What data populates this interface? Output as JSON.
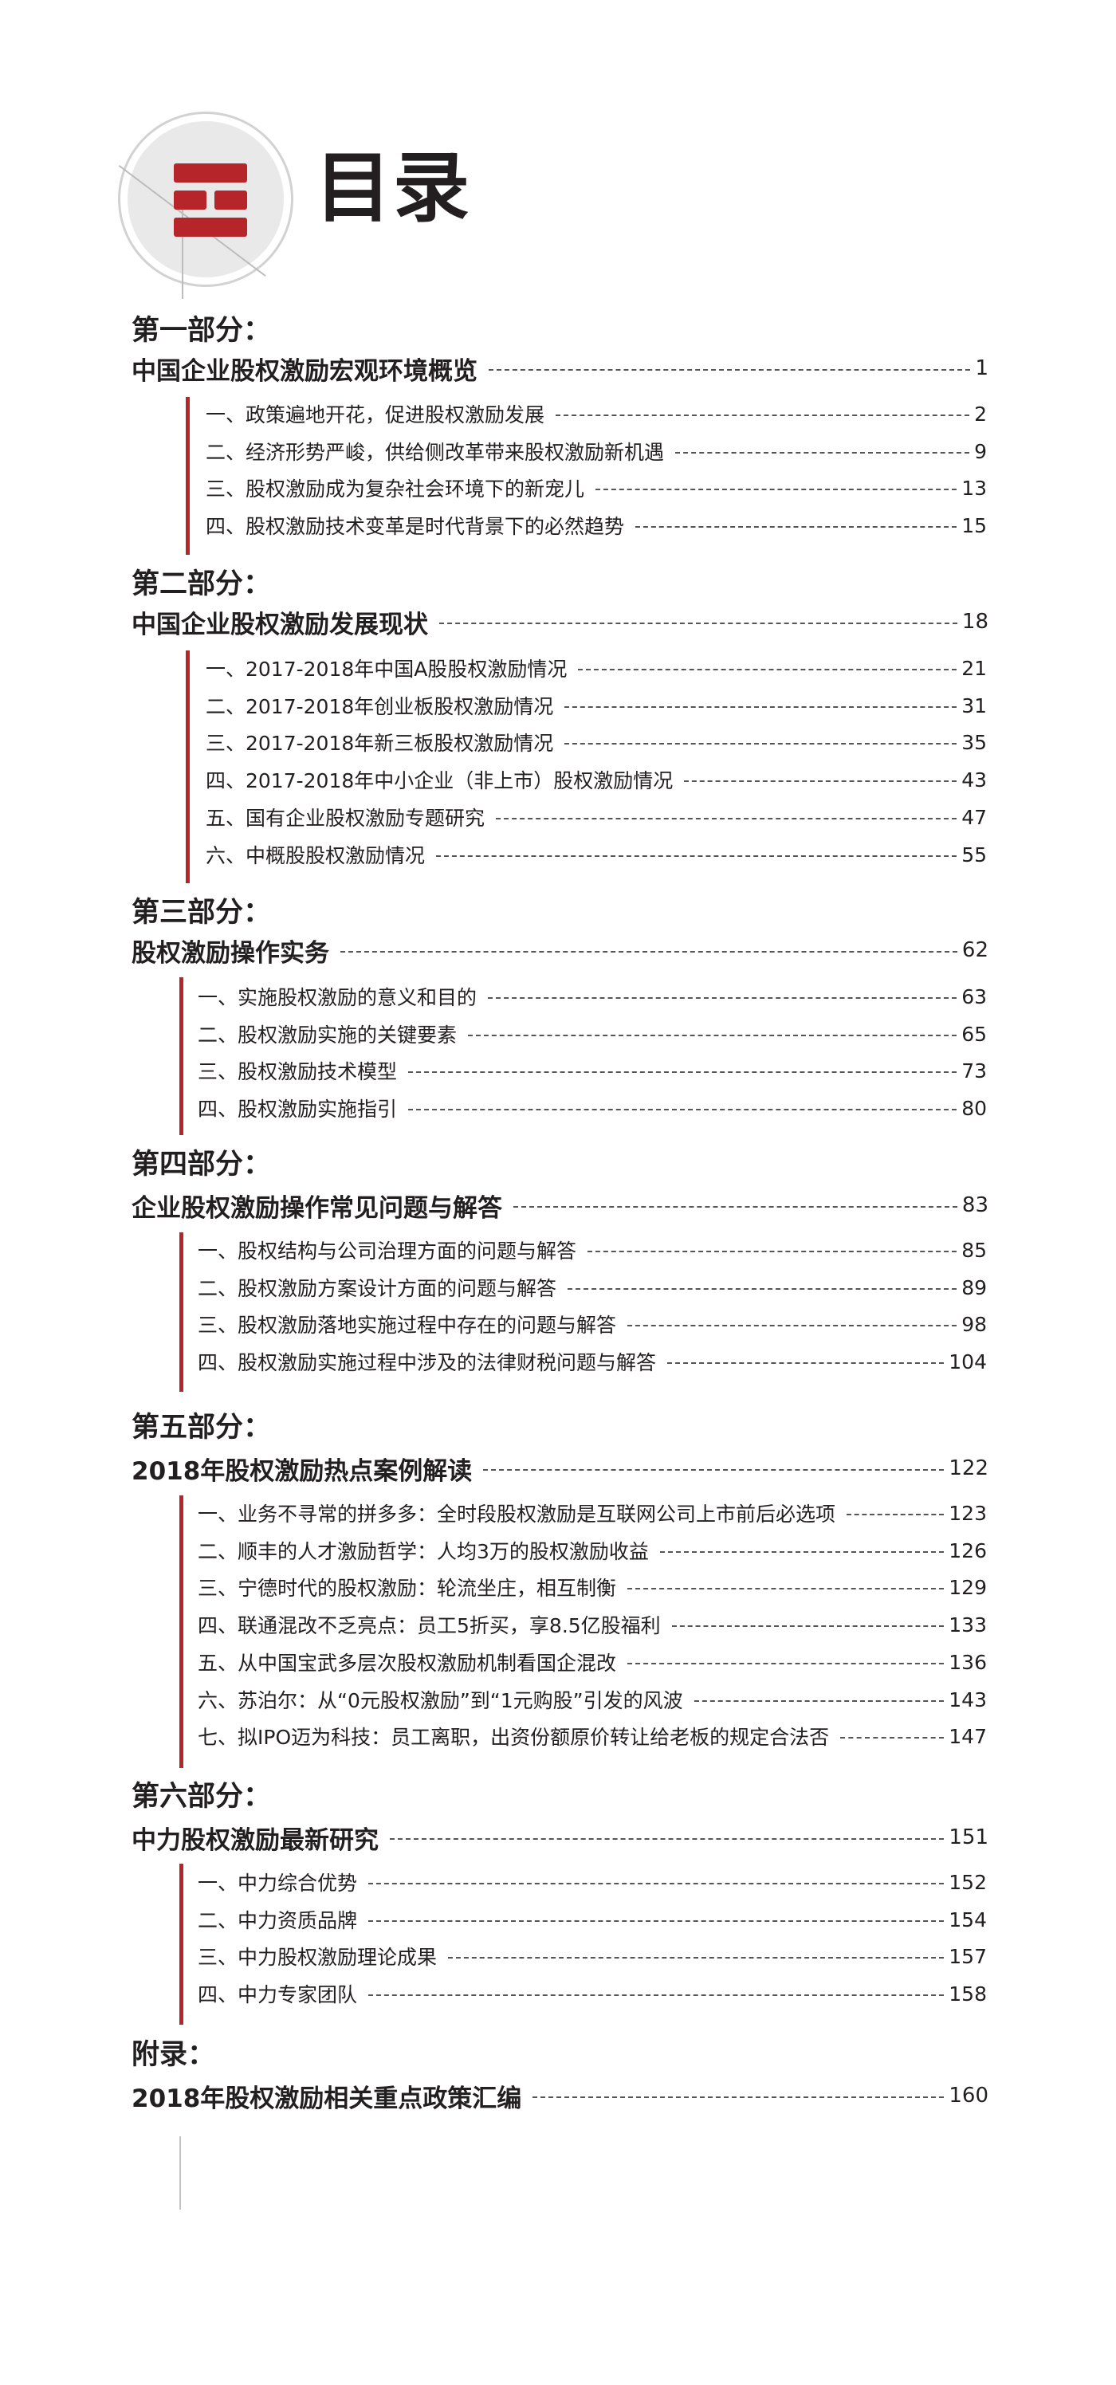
{
  "header": {
    "title": "目录",
    "icon": "grid-blocks-icon",
    "accent_color": "#b5252a"
  },
  "sections": [
    {
      "label": "第一部分：",
      "title": "中国企业股权激励宏观环境概览",
      "page": "1",
      "items": [
        {
          "title": "一、政策遍地开花，促进股权激励发展",
          "page": "2"
        },
        {
          "title": "二、经济形势严峻，供给侧改革带来股权激励新机遇",
          "page": "9"
        },
        {
          "title": "三、股权激励成为复杂社会环境下的新宠儿",
          "page": "13"
        },
        {
          "title": "四、股权激励技术变革是时代背景下的必然趋势",
          "page": "15"
        }
      ]
    },
    {
      "label": "第二部分：",
      "title": "中国企业股权激励发展现状",
      "page": "18",
      "items": [
        {
          "title": "一、2017-2018年中国A股股权激励情况",
          "page": "21"
        },
        {
          "title": "二、2017-2018年创业板股权激励情况",
          "page": "31"
        },
        {
          "title": "三、2017-2018年新三板股权激励情况",
          "page": "35"
        },
        {
          "title": "四、2017-2018年中小企业（非上市）股权激励情况",
          "page": "43"
        },
        {
          "title": "五、国有企业股权激励专题研究",
          "page": "47"
        },
        {
          "title": "六、中概股股权激励情况",
          "page": "55"
        }
      ]
    },
    {
      "label": "第三部分：",
      "title": "股权激励操作实务",
      "page": "62",
      "items": [
        {
          "title": "一、实施股权激励的意义和目的",
          "page": "63"
        },
        {
          "title": "二、股权激励实施的关键要素",
          "page": "65"
        },
        {
          "title": "三、股权激励技术模型",
          "page": "73"
        },
        {
          "title": "四、股权激励实施指引",
          "page": "80"
        }
      ]
    },
    {
      "label": "第四部分：",
      "title": "企业股权激励操作常见问题与解答",
      "page": "83",
      "items": [
        {
          "title": "一、股权结构与公司治理方面的问题与解答",
          "page": "85"
        },
        {
          "title": "二、股权激励方案设计方面的问题与解答",
          "page": "89"
        },
        {
          "title": "三、股权激励落地实施过程中存在的问题与解答",
          "page": "98"
        },
        {
          "title": "四、股权激励实施过程中涉及的法律财税问题与解答",
          "page": "104"
        }
      ]
    },
    {
      "label": "第五部分：",
      "title": "2018年股权激励热点案例解读",
      "page": "122",
      "items": [
        {
          "title": "一、业务不寻常的拼多多：全时段股权激励是互联网公司上市前后必选项",
          "page": "123"
        },
        {
          "title": "二、顺丰的人才激励哲学：人均3万的股权激励收益",
          "page": "126"
        },
        {
          "title": "三、宁德时代的股权激励：轮流坐庄，相互制衡",
          "page": "129"
        },
        {
          "title": "四、联通混改不乏亮点：员工5折买，享8.5亿股福利",
          "page": "133"
        },
        {
          "title": "五、从中国宝武多层次股权激励机制看国企混改",
          "page": "136"
        },
        {
          "title": "六、苏泊尔：从“0元股权激励”到“1元购股”引发的风波",
          "page": "143"
        },
        {
          "title": "七、拟IPO迈为科技：员工离职，出资份额原价转让给老板的规定合法否",
          "page": "147"
        }
      ]
    },
    {
      "label": "第六部分：",
      "title": "中力股权激励最新研究",
      "page": "151",
      "items": [
        {
          "title": "一、中力综合优势",
          "page": "152"
        },
        {
          "title": "二、中力资质品牌",
          "page": "154"
        },
        {
          "title": "三、中力股权激励理论成果",
          "page": "157"
        },
        {
          "title": "四、中力专家团队",
          "page": "158"
        }
      ]
    },
    {
      "label": "附录：",
      "title": "2018年股权激励相关重点政策汇编",
      "page": "160",
      "items": []
    }
  ]
}
